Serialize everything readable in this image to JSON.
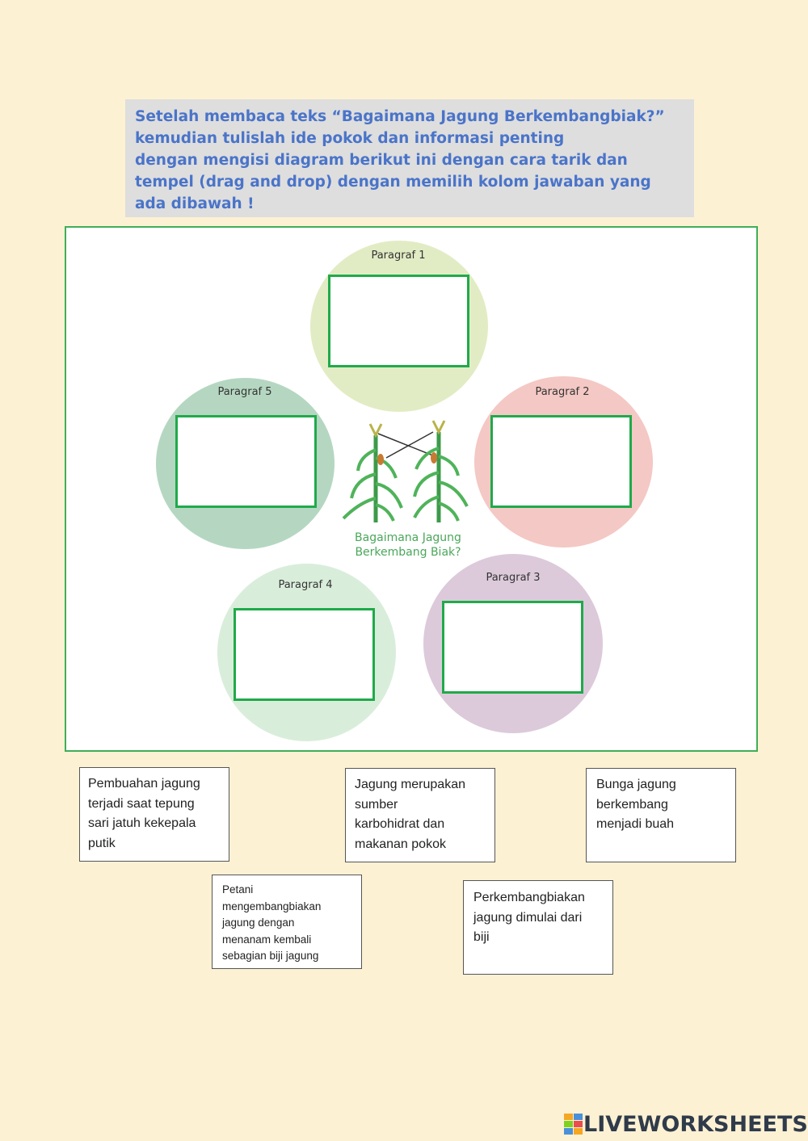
{
  "instruction": {
    "lines": [
      "Setelah membaca teks “Bagaimana Jagung Berkembangbiak?”",
      "kemudian tulislah ide pokok dan informasi penting",
      "dengan mengisi diagram berikut ini dengan cara tarik dan",
      "tempel (drag and drop) dengan memilih kolom jawaban yang",
      "ada dibawah !"
    ]
  },
  "diagram": {
    "center_title": [
      "Bagaimana Jagung",
      "Berkembang Biak?"
    ],
    "circles": [
      {
        "label": "Paragraf 1",
        "color": "#e2ecc4"
      },
      {
        "label": "Paragraf 2",
        "color": "#f4c8c4"
      },
      {
        "label": "Paragraf 3",
        "color": "#dccadb"
      },
      {
        "label": "Paragraf 4",
        "color": "#d9eddb"
      },
      {
        "label": "Paragraf 5",
        "color": "#b5d7c1"
      }
    ],
    "drop_border_color": "#1faa4a"
  },
  "answers": [
    "Pembuahan jagung terjadi saat tepung sari jatuh kekepala putik",
    "Jagung merupakan sumber karbohidrat dan makanan pokok",
    "Bunga jagung berkembang menjadi buah",
    "Petani mengembangbiakan jagung dengan menanam kembali sebagian biji jagung",
    "Perkembangbiakan jagung dimulai dari biji"
  ],
  "answer_lines": [
    [
      "Pembuahan jagung",
      "terjadi saat tepung",
      "sari jatuh kekepala",
      "putik"
    ],
    [
      "Jagung merupakan",
      "sumber",
      "karbohidrat dan",
      "makanan pokok"
    ],
    [
      "Bunga jagung",
      "berkembang",
      "menjadi buah"
    ],
    [
      "Petani",
      "mengembangbiakan",
      "jagung dengan",
      "menanam kembali",
      "sebagian biji jagung"
    ],
    [
      "Perkembangbiakan",
      "jagung dimulai dari",
      "biji"
    ]
  ],
  "branding": {
    "logo_text": "LIVEWORKSHEETS"
  }
}
